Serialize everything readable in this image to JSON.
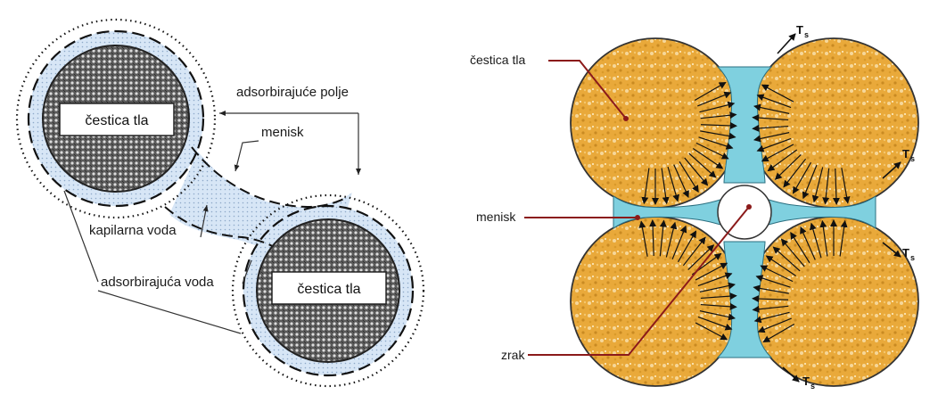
{
  "left_diagram": {
    "particle_label_1": "čestica tla",
    "particle_label_2": "čestica tla",
    "adsorbing_field": "adsorbirajuće polje",
    "meniscus": "menisk",
    "capillary_water": "kapilarna voda",
    "adsorbed_water": "adsorbirajuća voda"
  },
  "right_diagram": {
    "particle_label": "čestica tla",
    "meniscus": "menisk",
    "air": "zrak",
    "tension_symbol": "T",
    "tension_subscript": "s"
  },
  "colors": {
    "grain_orange": "#e9a93a",
    "water_blue": "#7fd0df",
    "label_line_red": "#8b1a1a",
    "water_film": "#c9dcf0",
    "particle_dark": "#3a3a3a"
  }
}
